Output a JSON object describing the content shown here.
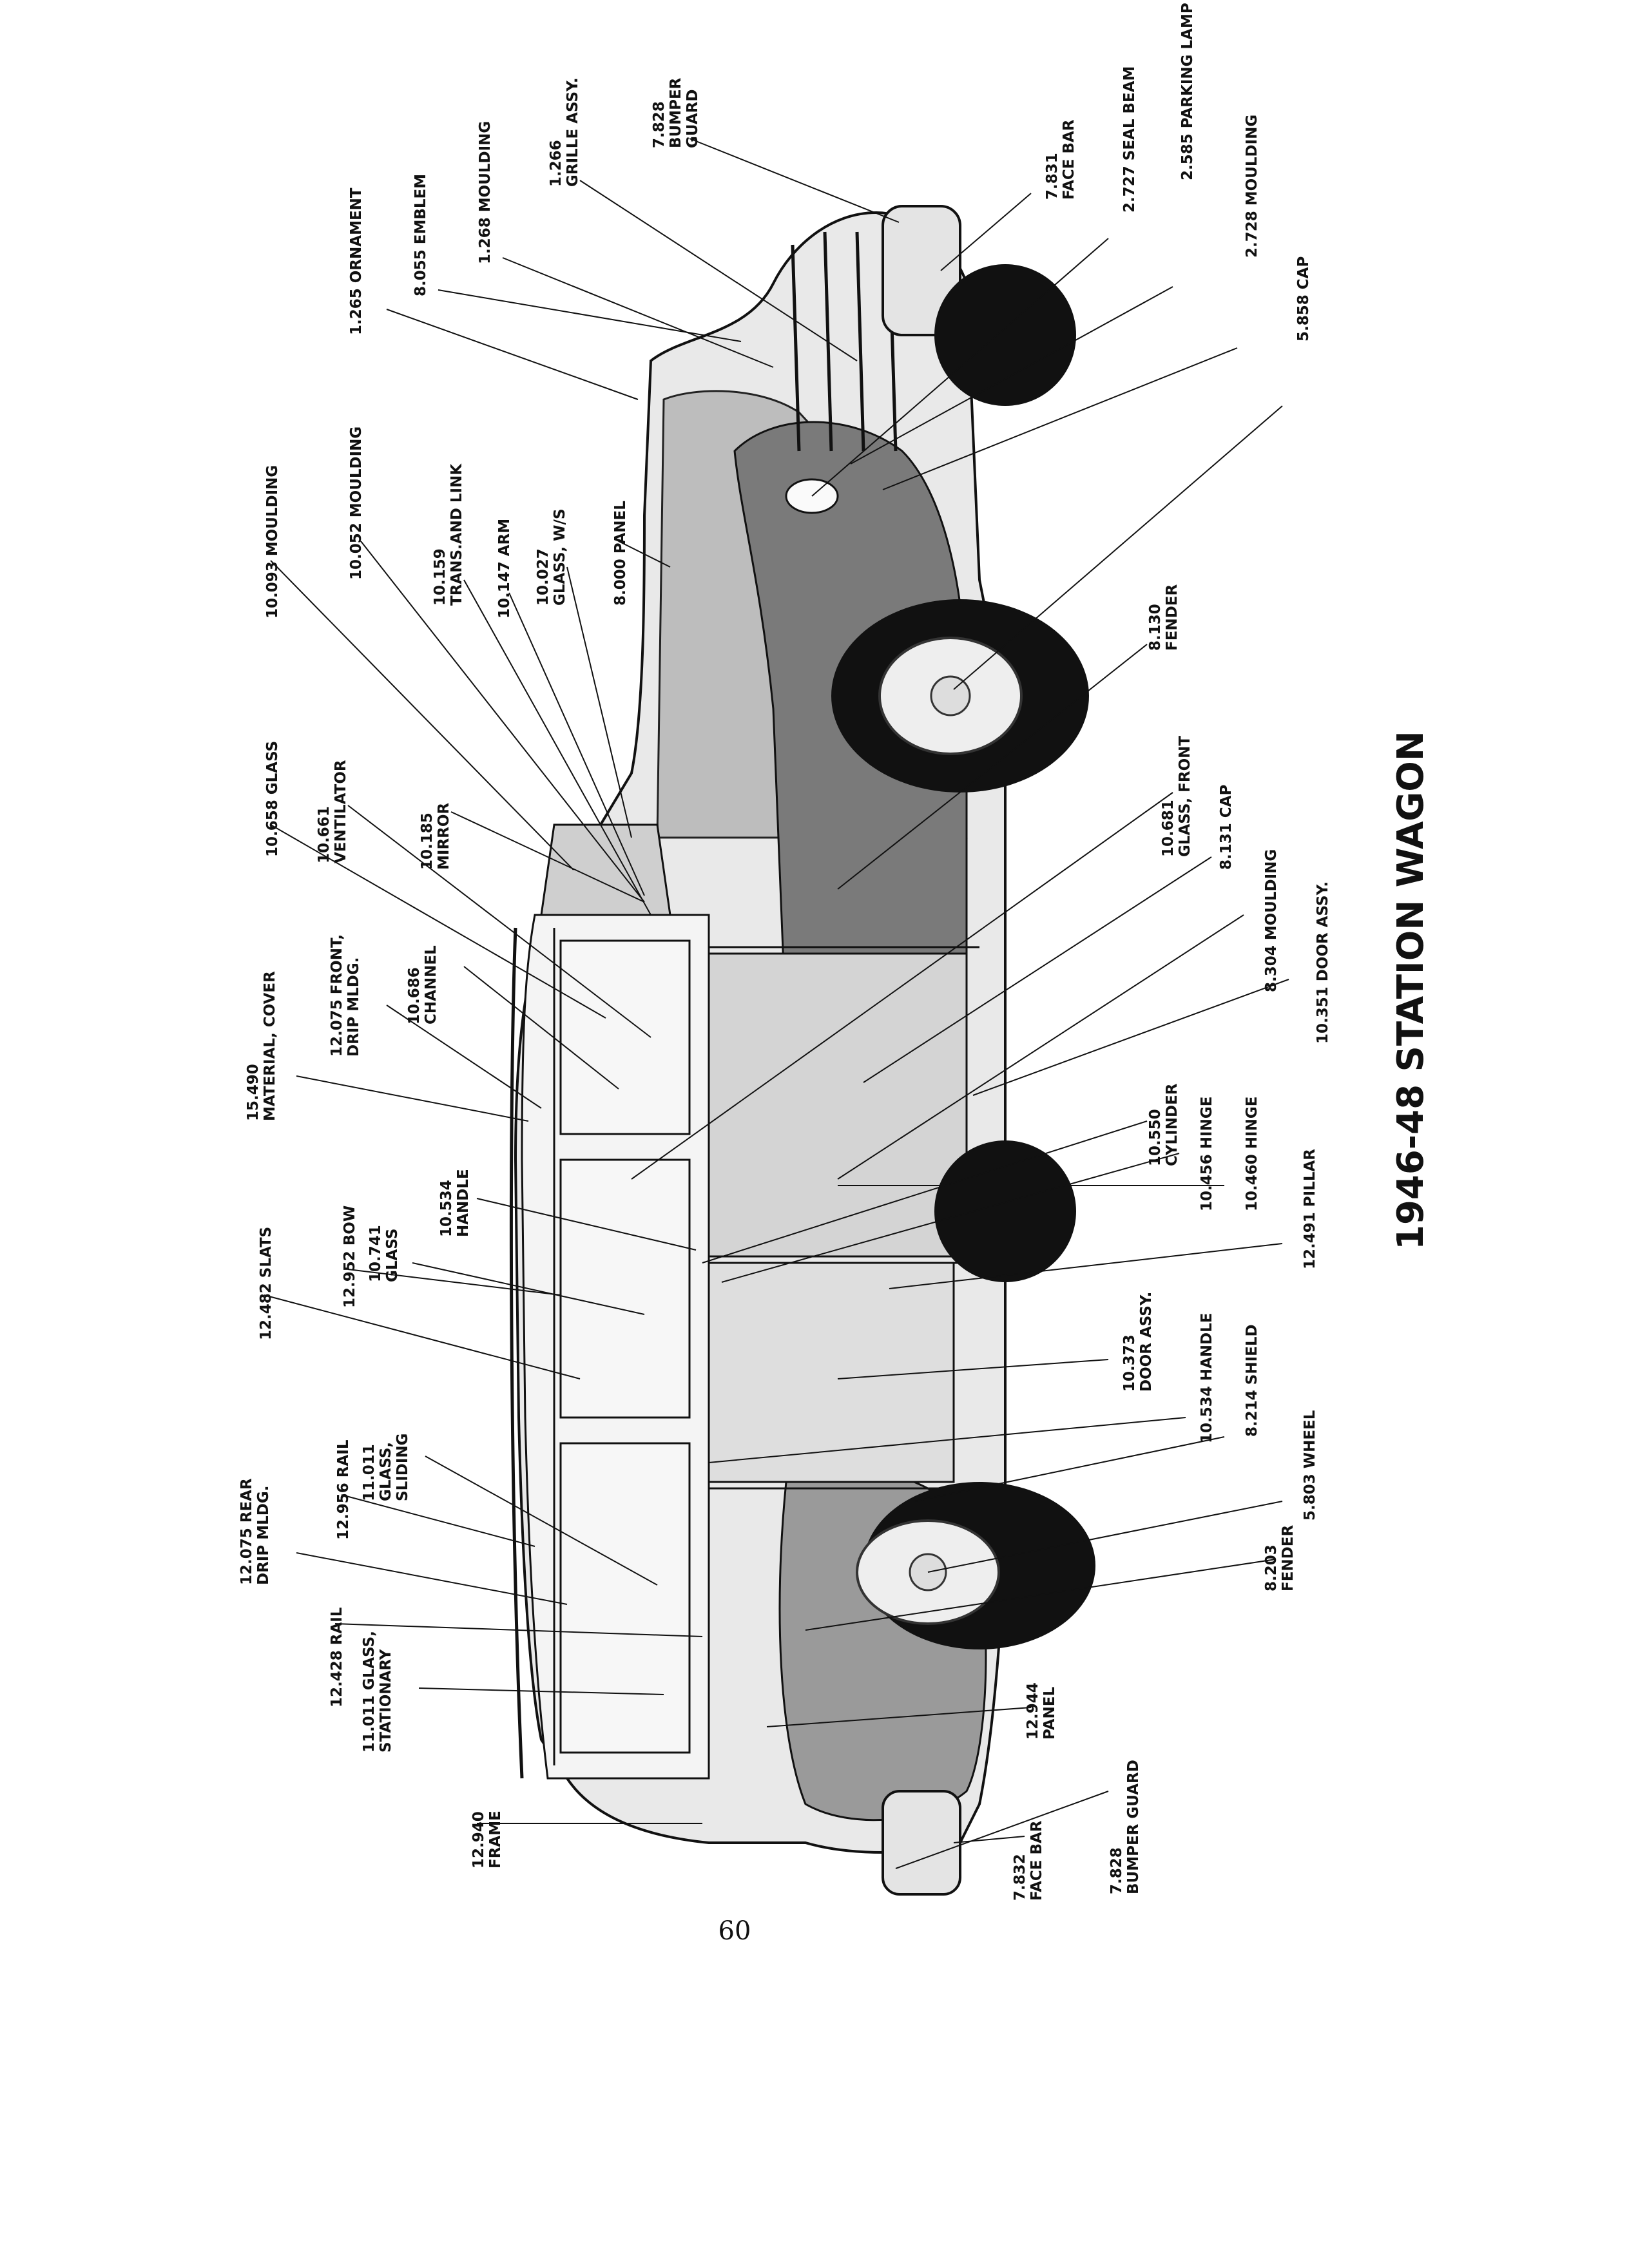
{
  "title": "1946-48 STATION WAGON",
  "page_number": "60",
  "callouts": {
    "p1265": [
      "1.265 ORNAMENT"
    ],
    "p8055": [
      "8.055 EMBLEM"
    ],
    "p1268": [
      "1.268 MOULDING"
    ],
    "p1266": [
      "1.266",
      "GRILLE ASSY."
    ],
    "p7828f": [
      "7.828",
      "BUMPER",
      "GUARD"
    ],
    "p7831": [
      "7.831",
      "FACE BAR"
    ],
    "p2727": [
      "2.727 SEAL BEAM"
    ],
    "p2585": [
      "2.585 PARKING LAMP"
    ],
    "p2728": [
      "2.728 MOULDING"
    ],
    "p5858": [
      "5.858 CAP"
    ],
    "p10093": [
      "10.093 MOULDING"
    ],
    "p10052": [
      "10.052 MOULDING"
    ],
    "p10159": [
      "10.159",
      "TRANS.AND LINK"
    ],
    "p10147": [
      "10.147 ARM"
    ],
    "p10027": [
      "10.027",
      "GLASS, W/S"
    ],
    "p8000": [
      "8.000 PANEL"
    ],
    "p8130": [
      "8.130",
      "FENDER"
    ],
    "p10658": [
      "10.658 GLASS"
    ],
    "p10661": [
      "10.661",
      "VENTILATOR"
    ],
    "p10185": [
      "10.185",
      "MIRROR"
    ],
    "p10681": [
      "10.681",
      "GLASS, FRONT"
    ],
    "p8131": [
      "8.131 CAP"
    ],
    "p8304": [
      "8.304 MOULDING"
    ],
    "p10351": [
      "10.351 DOOR ASSY."
    ],
    "p15490": [
      "15.490",
      "MATERIAL, COVER"
    ],
    "p12075f": [
      "12.075 FRONT,",
      "DRIP MLDG."
    ],
    "p10686": [
      "10.686",
      "CHANNEL"
    ],
    "p10550": [
      "10.550",
      "CYLINDER"
    ],
    "p10456": [
      "10.456 HINGE"
    ],
    "p10460": [
      "10.460 HINGE"
    ],
    "p12491": [
      "12.491 PILLAR"
    ],
    "p12482": [
      "12.482 SLATS"
    ],
    "p12952": [
      "12.952 BOW"
    ],
    "p10741": [
      "10.741",
      "GLASS"
    ],
    "p10534a": [
      "10.534",
      "HANDLE"
    ],
    "p10373": [
      "10.373",
      "DOOR ASSY."
    ],
    "p10534b": [
      "10.534 HANDLE"
    ],
    "p8214": [
      "8.214 SHIELD"
    ],
    "p5803": [
      "5.803 WHEEL"
    ],
    "p12075r": [
      "12.075 REAR",
      "DRIP MLDG."
    ],
    "p12956": [
      "12.956 RAIL"
    ],
    "p11011s": [
      "11.011",
      "GLASS,",
      "SLIDING"
    ],
    "p8203": [
      "8.203",
      "FENDER"
    ],
    "p12428": [
      "12.428 RAIL"
    ],
    "p11011t": [
      "11.011 GLASS,",
      "STATIONARY"
    ],
    "p12944": [
      "12.944",
      "PANEL"
    ],
    "p12940": [
      "12.940",
      "FRAME"
    ],
    "p7828r": [
      "7.828",
      "BUMPER GUARD"
    ],
    "p7832": [
      "7.832",
      "FACE BAR"
    ]
  }
}
